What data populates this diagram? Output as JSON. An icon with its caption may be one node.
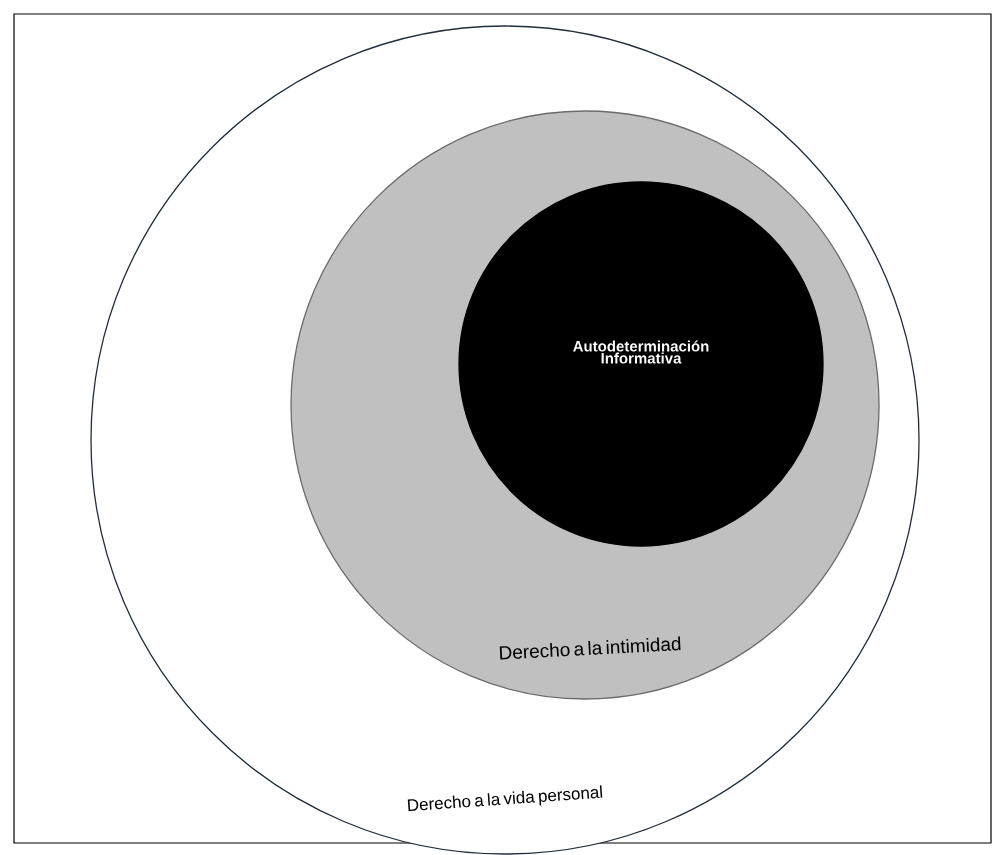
{
  "diagram": {
    "nodes": [
      {
        "text": [
          "Derecho a la vida personal"
        ]
      },
      {
        "text": [
          "Derecho a la intimidad"
        ],
        "in": 0
      },
      {
        "text": [
          "Autodeterminación Informativa"
        ],
        "in": 1
      }
    ]
  }
}
